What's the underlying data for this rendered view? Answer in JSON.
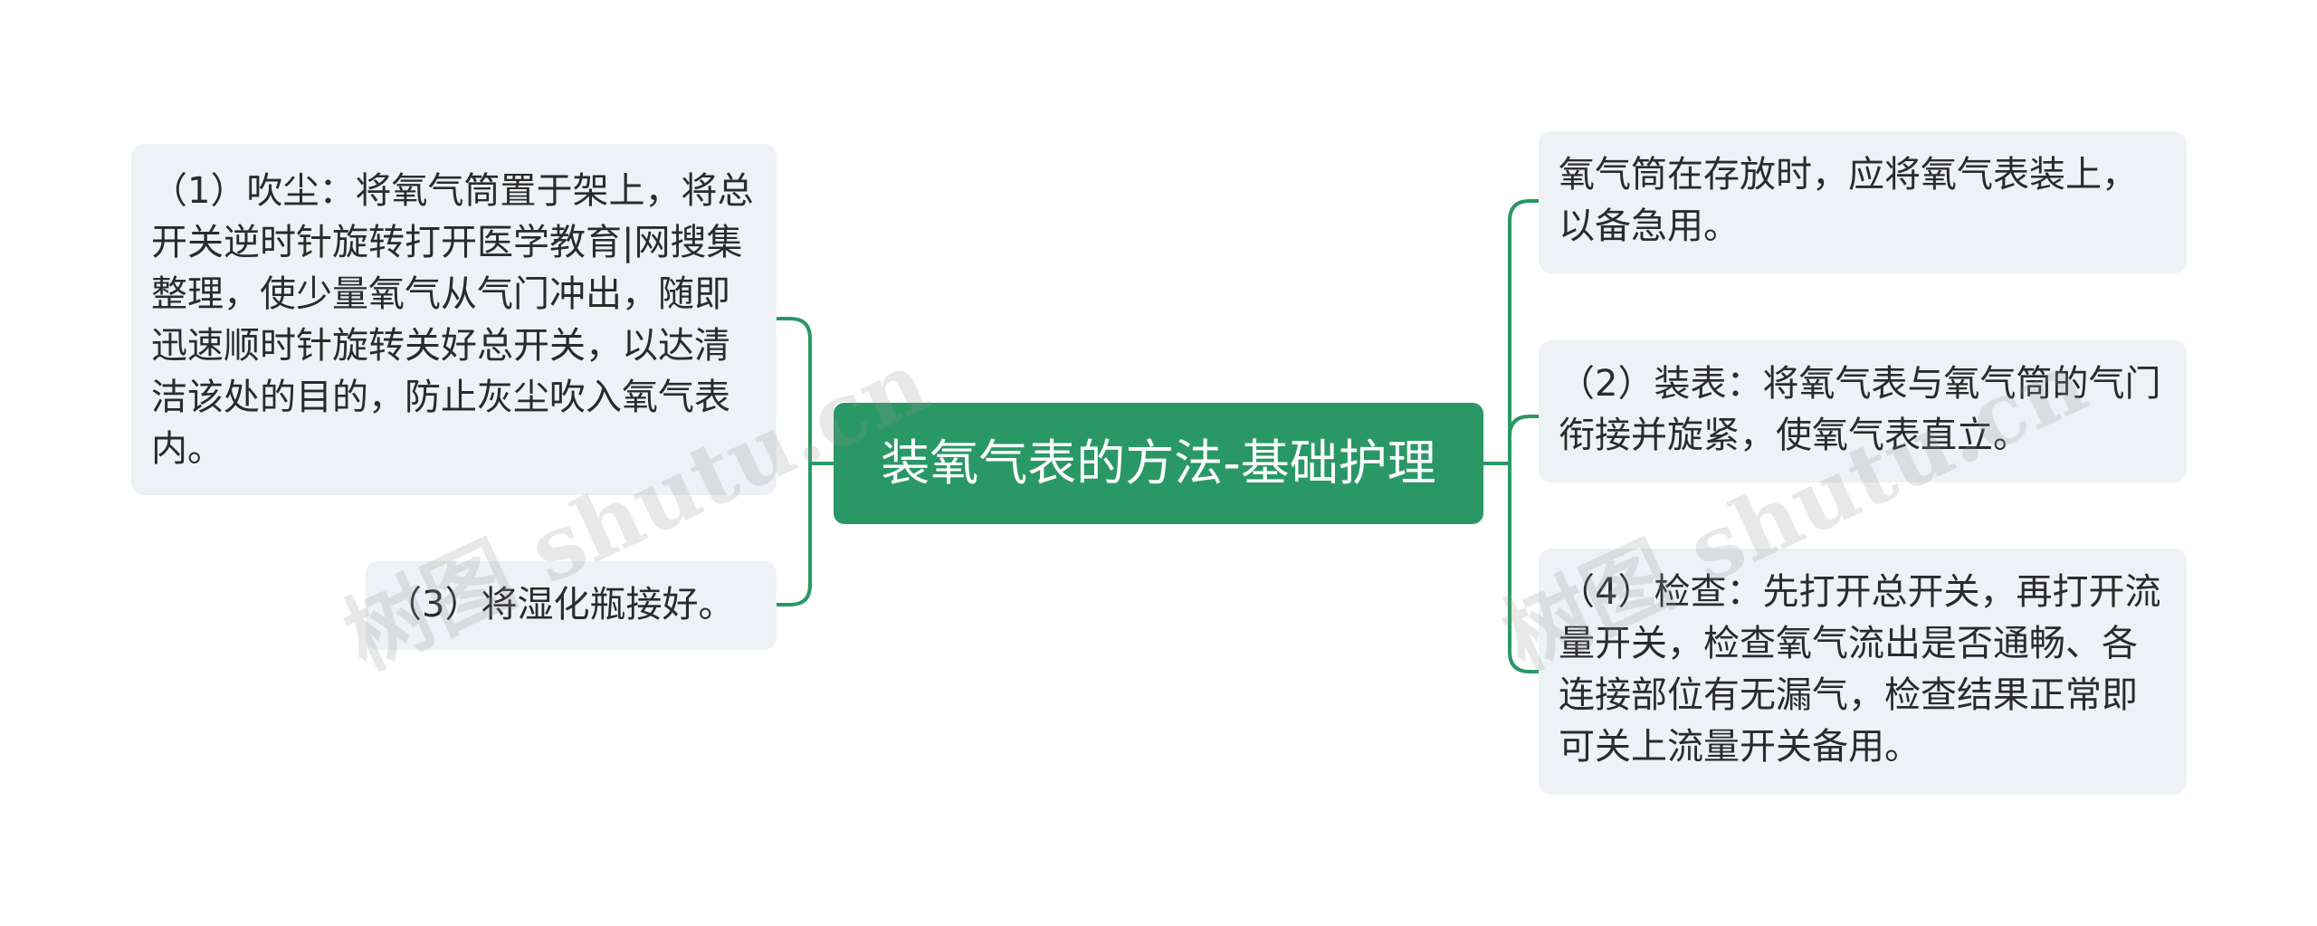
{
  "diagram": {
    "central_topic": "装氧气表的方法-基础护理",
    "left_branches": [
      {
        "text": "（1）吹尘：将氧气筒置于架上，将总开关逆时针旋转打开医学教育|网搜集整理，使少量氧气从气门冲出，随即迅速顺时针旋转关好总开关，以达清洁该处的目的，防止灰尘吹入氧气表内。"
      },
      {
        "text": "（3）将湿化瓶接好。"
      }
    ],
    "right_branches": [
      {
        "text": "氧气筒在存放时，应将氧气表装上，以备急用。"
      },
      {
        "text": "（2）装表：将氧气表与氧气筒的气门衔接并旋紧，使氧气表直立。"
      },
      {
        "text": "（4）检查：先打开总开关，再打开流量开关，检查氧气流出是否通畅、各连接部位有无漏气，检查结果正常即可关上流量开关备用。"
      }
    ]
  },
  "watermarks": [
    "树图 shutu.cn",
    "树图 shutu.cn"
  ],
  "colors": {
    "central_fill": "#2a9866",
    "central_text": "#ffffff",
    "branch_line": "#2a9866",
    "node_fill": "#eef1f5",
    "node_text": "#2b2b2b"
  }
}
